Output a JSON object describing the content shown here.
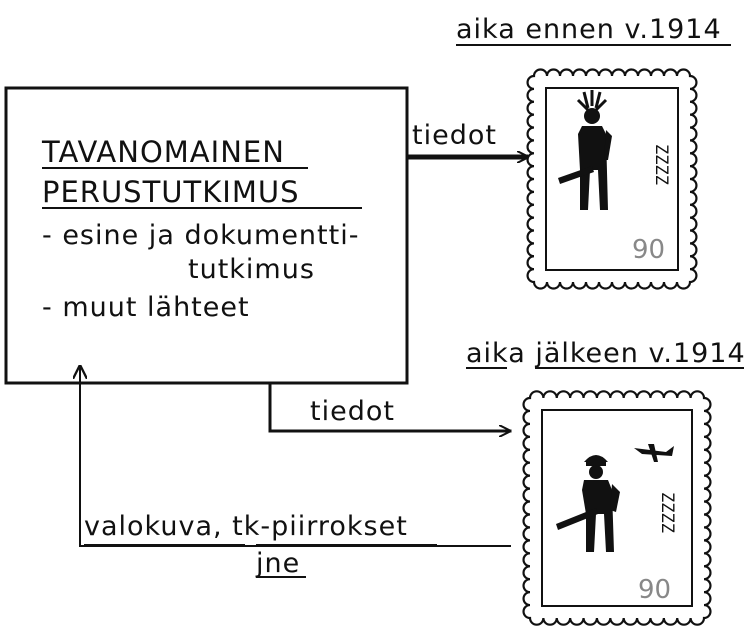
{
  "research_box": {
    "title_line1": "TAVANOMAINEN",
    "title_line2": "PERUSTUTKIMUS",
    "item1_line1": "- esine ja dokumentti-",
    "item1_line2": "tutkimus",
    "item2": "- muut lähteet"
  },
  "arrows": {
    "upper_label": "tiedot",
    "lower_label": "tiedot",
    "feedback_label_line1": "valokuva, tk-piirrokset",
    "feedback_label_line2": "jne"
  },
  "periods": {
    "before": "aika ennen v.1914",
    "after": "aika jälkeen v.1914"
  },
  "stamps": [
    {
      "value": "90",
      "series": "ZZZZ",
      "figure": "warrior-with-feather-headdress-and-rifle"
    },
    {
      "value": "90",
      "series": "ZZZZ",
      "figure": "soldier-with-helmet-and-rifle-and-airplane"
    }
  ],
  "colors": {
    "ink": "#111111",
    "faded_value": "#888888",
    "background": "#ffffff"
  }
}
